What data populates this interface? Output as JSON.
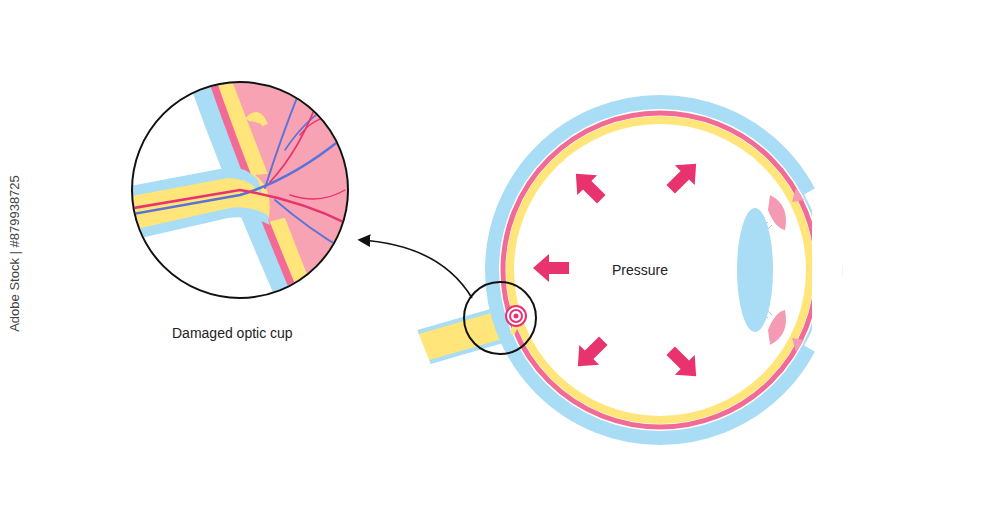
{
  "diagram": {
    "labels": [
      "Pressure",
      "Damaged optic cup",
      "Adobe Stock | #879938725"
    ]
  }
}
